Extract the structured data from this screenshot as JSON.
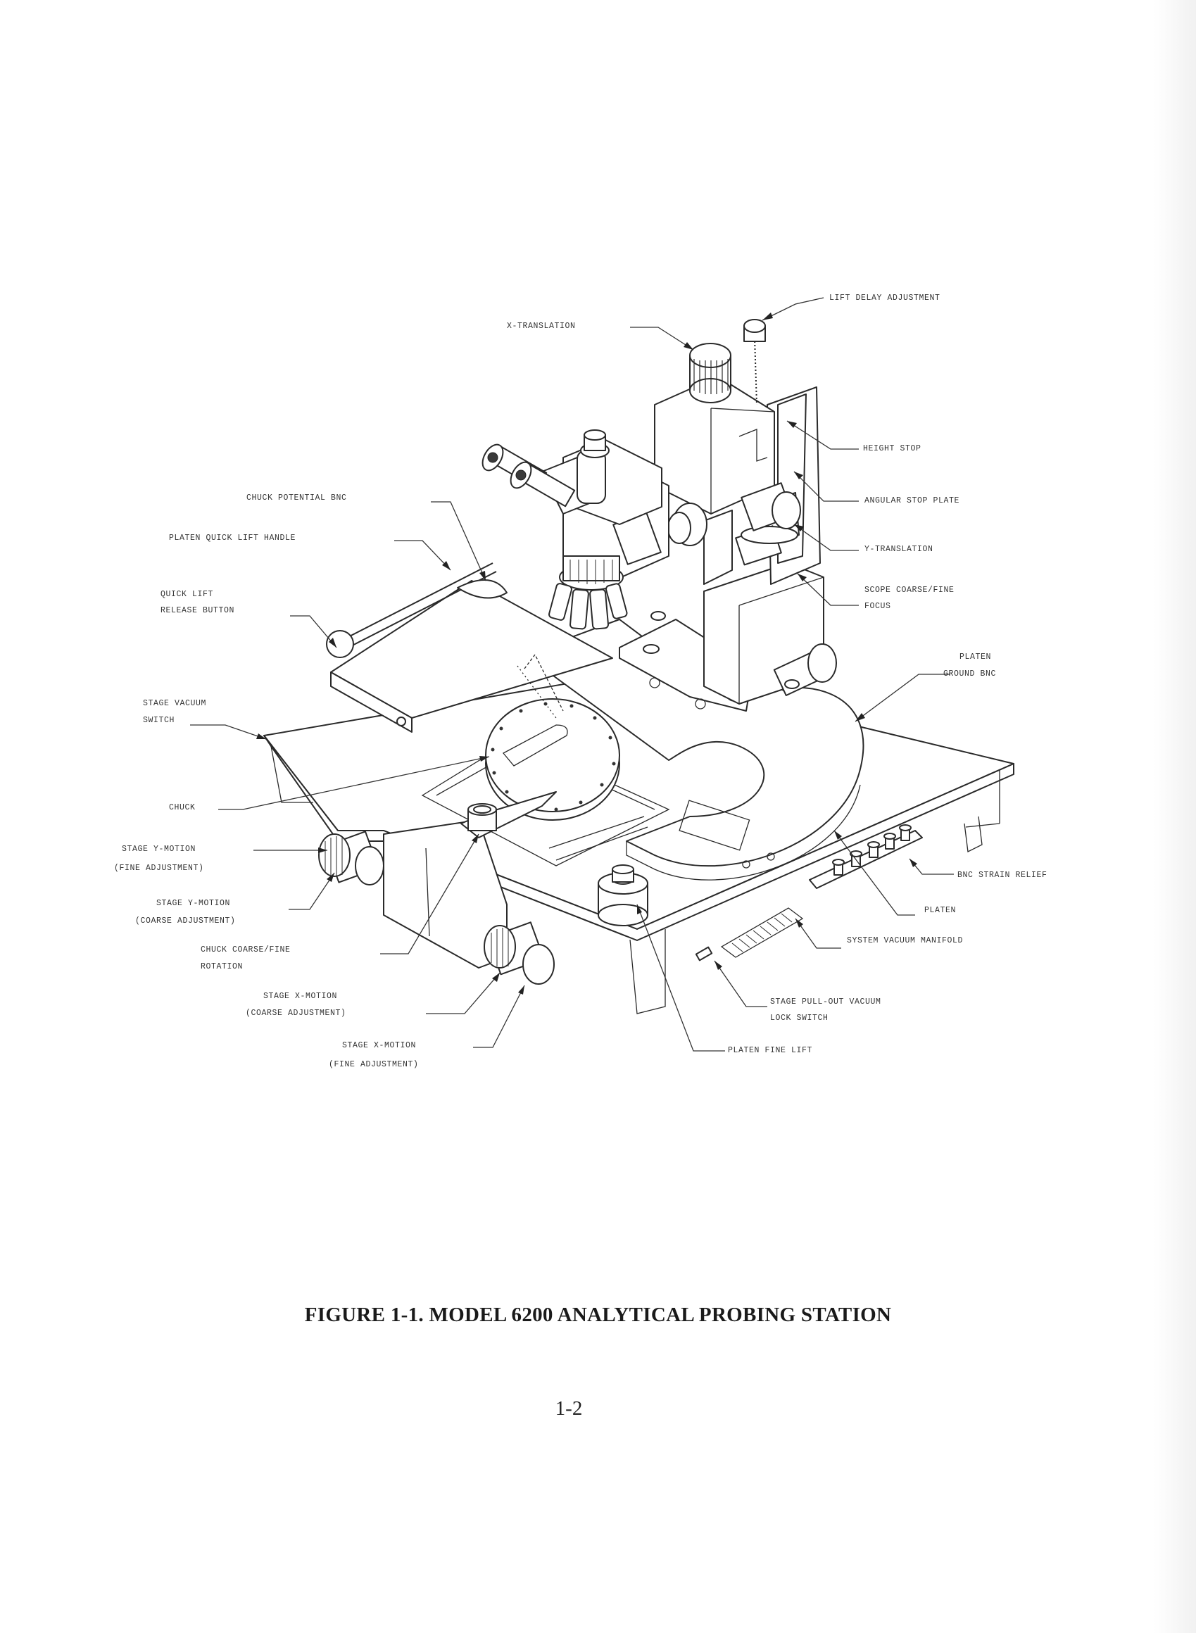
{
  "figure": {
    "caption": "FIGURE 1-1.  MODEL 6200 ANALYTICAL PROBING STATION",
    "page_number": "1-2",
    "labels": {
      "lift_delay_adjustment": "LIFT DELAY ADJUSTMENT",
      "x_translation": "X-TRANSLATION",
      "height_stop": "HEIGHT STOP",
      "chuck_potential_bnc": "CHUCK POTENTIAL BNC",
      "angular_stop_plate": "ANGULAR STOP PLATE",
      "platen_quick_lift_handle": "PLATEN QUICK LIFT HANDLE",
      "y_translation": "Y-TRANSLATION",
      "quick_lift_release_button_1": "QUICK LIFT",
      "quick_lift_release_button_2": "RELEASE BUTTON",
      "scope_coarse_fine_focus_1": "SCOPE COARSE/FINE",
      "scope_coarse_fine_focus_2": "FOCUS",
      "platen_ground_bnc_1": "PLATEN",
      "platen_ground_bnc_2": "GROUND BNC",
      "stage_vacuum_switch_1": "STAGE VACUUM",
      "stage_vacuum_switch_2": "SWITCH",
      "chuck": "CHUCK",
      "stage_y_motion_fine_1": "STAGE Y-MOTION",
      "stage_y_motion_fine_2": "(FINE ADJUSTMENT)",
      "bnc_strain_relief": "BNC STRAIN RELIEF",
      "stage_y_motion_coarse_1": "STAGE Y-MOTION",
      "stage_y_motion_coarse_2": "(COARSE ADJUSTMENT)",
      "platen": "PLATEN",
      "chuck_coarse_fine_rotation_1": "CHUCK COARSE/FINE",
      "chuck_coarse_fine_rotation_2": "ROTATION",
      "system_vacuum_manifold": "SYSTEM VACUUM MANIFOLD",
      "stage_x_motion_coarse_1": "STAGE X-MOTION",
      "stage_x_motion_coarse_2": "(COARSE ADJUSTMENT)",
      "stage_pull_out_vacuum_lock_switch_1": "STAGE PULL-OUT VACUUM",
      "stage_pull_out_vacuum_lock_switch_2": "LOCK SWITCH",
      "stage_x_motion_fine_1": "STAGE X-MOTION",
      "stage_x_motion_fine_2": "(FINE ADJUSTMENT)",
      "platen_fine_lift": "PLATEN FINE LIFT"
    }
  }
}
